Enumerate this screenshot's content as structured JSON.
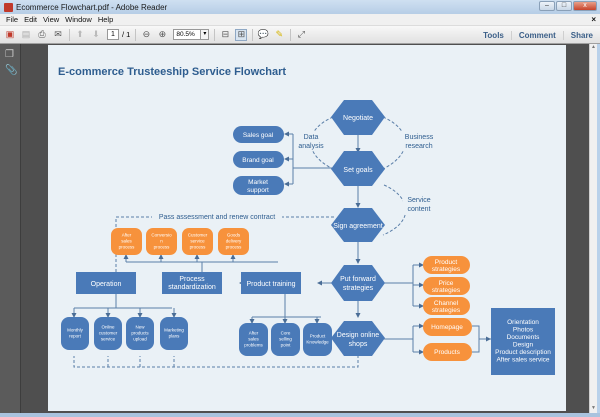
{
  "window": {
    "title": "Ecommerce Flowchart.pdf - Adobe Reader",
    "minimize": "–",
    "maximize": "□",
    "close": "x"
  },
  "menu": [
    "File",
    "Edit",
    "View",
    "Window",
    "Help"
  ],
  "toolbar": {
    "page_current": "1",
    "page_total": "/ 1",
    "zoom": "80.5%",
    "links": [
      "Tools",
      "Comment",
      "Share"
    ]
  },
  "flowchart": {
    "title": "E-commerce Trusteeship Service Flowchart",
    "colors": {
      "blue": "#4a7ab8",
      "orange": "#f7923c",
      "title": "#2e5d8f",
      "line": "#5b7fa8"
    },
    "hexagons": {
      "negotiate": "Negotiate",
      "set_goals": "Set goals",
      "sign_agreement": "Sign agreement",
      "put_forward": [
        "Put forward",
        "strategies"
      ],
      "design_shops": [
        "Design online",
        "shops"
      ]
    },
    "goals": [
      "Sales goal",
      "Brand goal",
      [
        "Market",
        "support"
      ]
    ],
    "edge_labels": {
      "data_analysis": [
        "Data",
        "analysis"
      ],
      "business_research": [
        "Business",
        "research"
      ],
      "service_content": [
        "Service",
        "content"
      ],
      "pass_assessment": "Pass assessment and renew contract"
    },
    "processes": [
      [
        "After",
        "sales",
        "process"
      ],
      [
        "Conversio",
        "n",
        "process"
      ],
      [
        "Customer",
        "service",
        "process"
      ],
      [
        "Goods",
        "delivery",
        "process"
      ]
    ],
    "boxes": {
      "operation": "Operation",
      "process_std": [
        "Process",
        "standardization"
      ],
      "product_training": "Product training"
    },
    "operation_items": [
      [
        "Monthly",
        "report"
      ],
      [
        "Online",
        "customer",
        "service"
      ],
      [
        "New",
        "products",
        "upload"
      ],
      [
        "Marketing",
        "plans"
      ]
    ],
    "training_items": [
      [
        "After",
        "sales",
        "problems"
      ],
      [
        "Core",
        "selling",
        "point"
      ],
      [
        "Product",
        "Knowledge"
      ]
    ],
    "strategies": [
      [
        "Product",
        "strategies"
      ],
      [
        "Price",
        "strategies"
      ],
      [
        "Channel",
        "strategies"
      ]
    ],
    "shop_items": [
      "Homepage",
      "Products"
    ],
    "content_box": [
      "Orientation",
      "Photos",
      "Documents",
      "Design",
      "Product description",
      "After sales service"
    ]
  }
}
